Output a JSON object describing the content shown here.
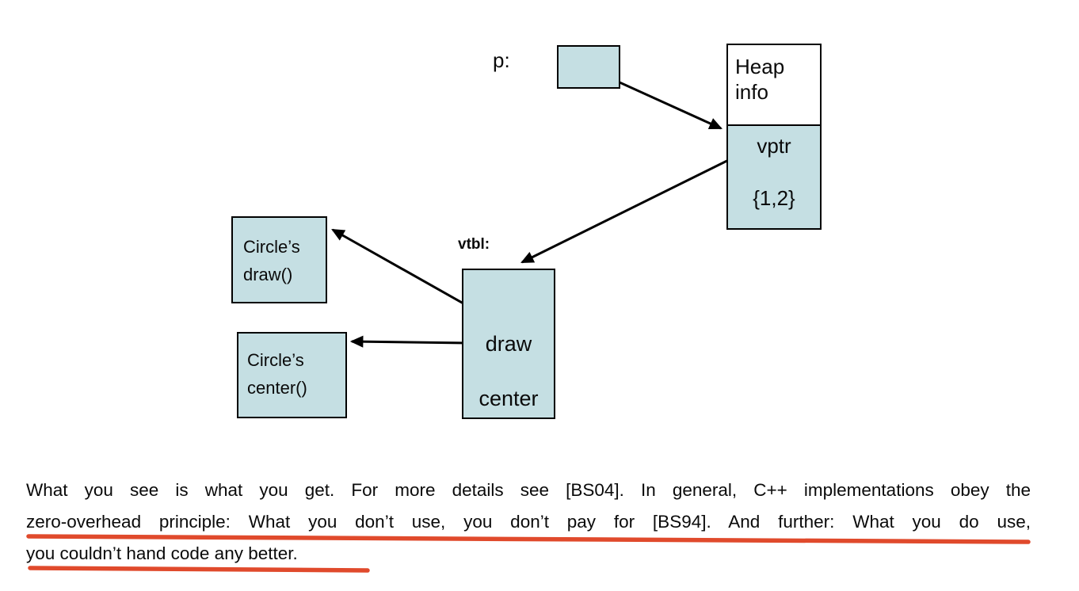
{
  "colors": {
    "box_fill": "#c5dfe3",
    "outline": "#000000",
    "underline_red": "#e04a2c",
    "text": "#0a0a0a"
  },
  "diagram": {
    "pointer_label": "p:",
    "heap_box": {
      "info_line1": "Heap",
      "info_line2": "info",
      "vptr_label": "vptr",
      "object_value": "{1,2}"
    },
    "vtbl_label": "vtbl:",
    "vtbl_box": {
      "slot_draw": "draw",
      "slot_center": "center"
    },
    "circles_draw_box": {
      "line1": "Circle’s",
      "line2": "draw()"
    },
    "circles_center_box": {
      "line1": "Circle’s",
      "line2": "center()"
    }
  },
  "paragraph": {
    "line1": "What you see is what you get. For more details see [BS04]. In general, C++ implementations obey the",
    "line2": "zero-overhead principle: What you don’t use, you don’t pay for [BS94]. And further: What you do use,",
    "line3": "you couldn’t hand code any better."
  }
}
